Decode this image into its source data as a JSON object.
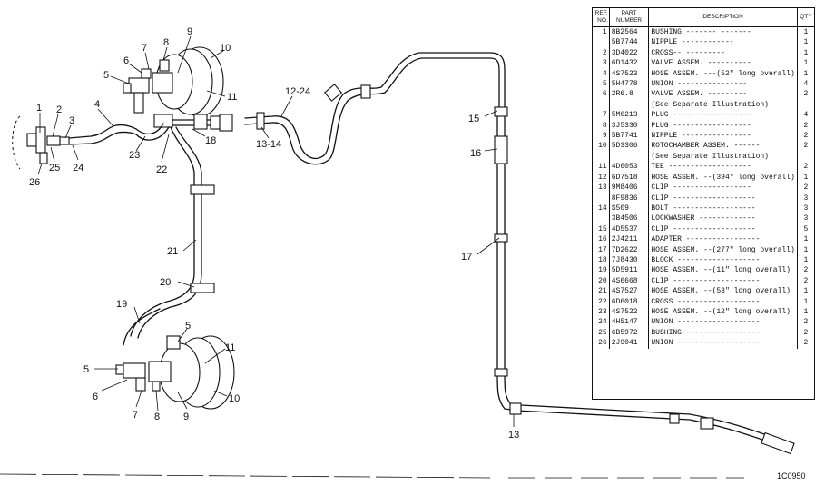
{
  "table": {
    "headers": {
      "ref": "REF. NO.",
      "part": "PART NUMBER",
      "description": "DESCRIPTION",
      "qty": "QTY"
    },
    "rows": [
      {
        "ref": "1",
        "part": "8B2564",
        "desc": "BUSHING ------- -------",
        "qty": "1"
      },
      {
        "ref": "",
        "part": "5B7744",
        "desc": "NIPPLE ------------",
        "qty": "1"
      },
      {
        "ref": "2",
        "part": "3D4022",
        "desc": "CROSS-- ---------",
        "qty": "1"
      },
      {
        "ref": "3",
        "part": "6D1432",
        "desc": "VALVE ASSEM. ----------",
        "qty": "1"
      },
      {
        "ref": "4",
        "part": "4S7523",
        "desc": "HOSE ASSEM. ---(52\" long overall)",
        "qty": "1"
      },
      {
        "ref": "5",
        "part": "5H4778",
        "desc": "UNION ----------------",
        "qty": "4"
      },
      {
        "ref": "6",
        "part": "2R6.8",
        "desc": "VALVE ASSEM. ---------",
        "qty": "2"
      },
      {
        "ref": "",
        "part": "",
        "desc": "(See Separate Illustration)",
        "qty": ""
      },
      {
        "ref": "7",
        "part": "5M6213",
        "desc": "PLUG ------------------",
        "qty": "4"
      },
      {
        "ref": "8",
        "part": "3J5330",
        "desc": "PLUG ------------------",
        "qty": "2"
      },
      {
        "ref": "9",
        "part": "5B7741",
        "desc": "NIPPLE ----------------",
        "qty": "2"
      },
      {
        "ref": "10",
        "part": "5D3306",
        "desc": "ROTOCHAMBER ASSEM. ------",
        "qty": "2"
      },
      {
        "ref": "",
        "part": "",
        "desc": "(See Separate Illustration)",
        "qty": ""
      },
      {
        "ref": "11",
        "part": "4D6053",
        "desc": "TEE -------------------",
        "qty": "2"
      },
      {
        "ref": "12",
        "part": "6D7518",
        "desc": "HOSE ASSEM. --(394\" long overall)",
        "qty": "1"
      },
      {
        "ref": "13",
        "part": "9M8406",
        "desc": "CLIP ------------------",
        "qty": "2"
      },
      {
        "ref": "",
        "part": "8F9836",
        "desc": "CLIP -------------------",
        "qty": "3"
      },
      {
        "ref": "14",
        "part": "S509",
        "desc": "BOLT -------------------",
        "qty": "3"
      },
      {
        "ref": "",
        "part": "3B4506",
        "desc": "LOCKWASHER -------------",
        "qty": "3"
      },
      {
        "ref": "15",
        "part": "4D5537",
        "desc": "CLIP -------------------",
        "qty": "5"
      },
      {
        "ref": "16",
        "part": "2J4211",
        "desc": "ADAPTER -----------------",
        "qty": "1"
      },
      {
        "ref": "17",
        "part": "7D2622",
        "desc": "HOSE ASSEM. --(277\" long overall)",
        "qty": "1"
      },
      {
        "ref": "18",
        "part": "7J8430",
        "desc": "BLOCK -------------------",
        "qty": "1"
      },
      {
        "ref": "19",
        "part": "5D5911",
        "desc": "HOSE ASSEM. --(11\" long overall)",
        "qty": "2"
      },
      {
        "ref": "20",
        "part": "4S6668",
        "desc": "CLIP --------------------",
        "qty": "2"
      },
      {
        "ref": "21",
        "part": "4S7527",
        "desc": "HOSE ASSEM. --(53\" long overall)",
        "qty": "1"
      },
      {
        "ref": "22",
        "part": "6D6018",
        "desc": "CROSS -------------------",
        "qty": "1"
      },
      {
        "ref": "23",
        "part": "4S7522",
        "desc": "HOSE ASSEM. --(12\" long overall)",
        "qty": "1"
      },
      {
        "ref": "24",
        "part": "4H5147",
        "desc": "UNION -------------------",
        "qty": "2"
      },
      {
        "ref": "25",
        "part": "6B5972",
        "desc": "BUSHING -----------------",
        "qty": "2"
      },
      {
        "ref": "26",
        "part": "2J9041",
        "desc": "UNION -------------------",
        "qty": "2"
      }
    ]
  },
  "callouts": {
    "c1": "1",
    "c2": "2",
    "c3": "3",
    "c4": "4",
    "c5a": "5",
    "c6a": "6",
    "c7a": "7",
    "c8a": "8",
    "c9a": "9",
    "c10a": "10",
    "c11a": "11",
    "c12": "12-24",
    "c13a": "13-14",
    "c15": "15",
    "c16": "16",
    "c17": "17",
    "c18": "18",
    "c19": "19",
    "c20": "20",
    "c21": "21",
    "c22": "22",
    "c23": "23",
    "c24": "24",
    "c25": "25",
    "c26": "26",
    "c5b": "5",
    "c5c": "5",
    "c6b": "6",
    "c7b": "7",
    "c8b": "8",
    "c9b": "9",
    "c10b": "10",
    "c11b": "11",
    "c13b": "13"
  },
  "figure_id": "1C0950"
}
